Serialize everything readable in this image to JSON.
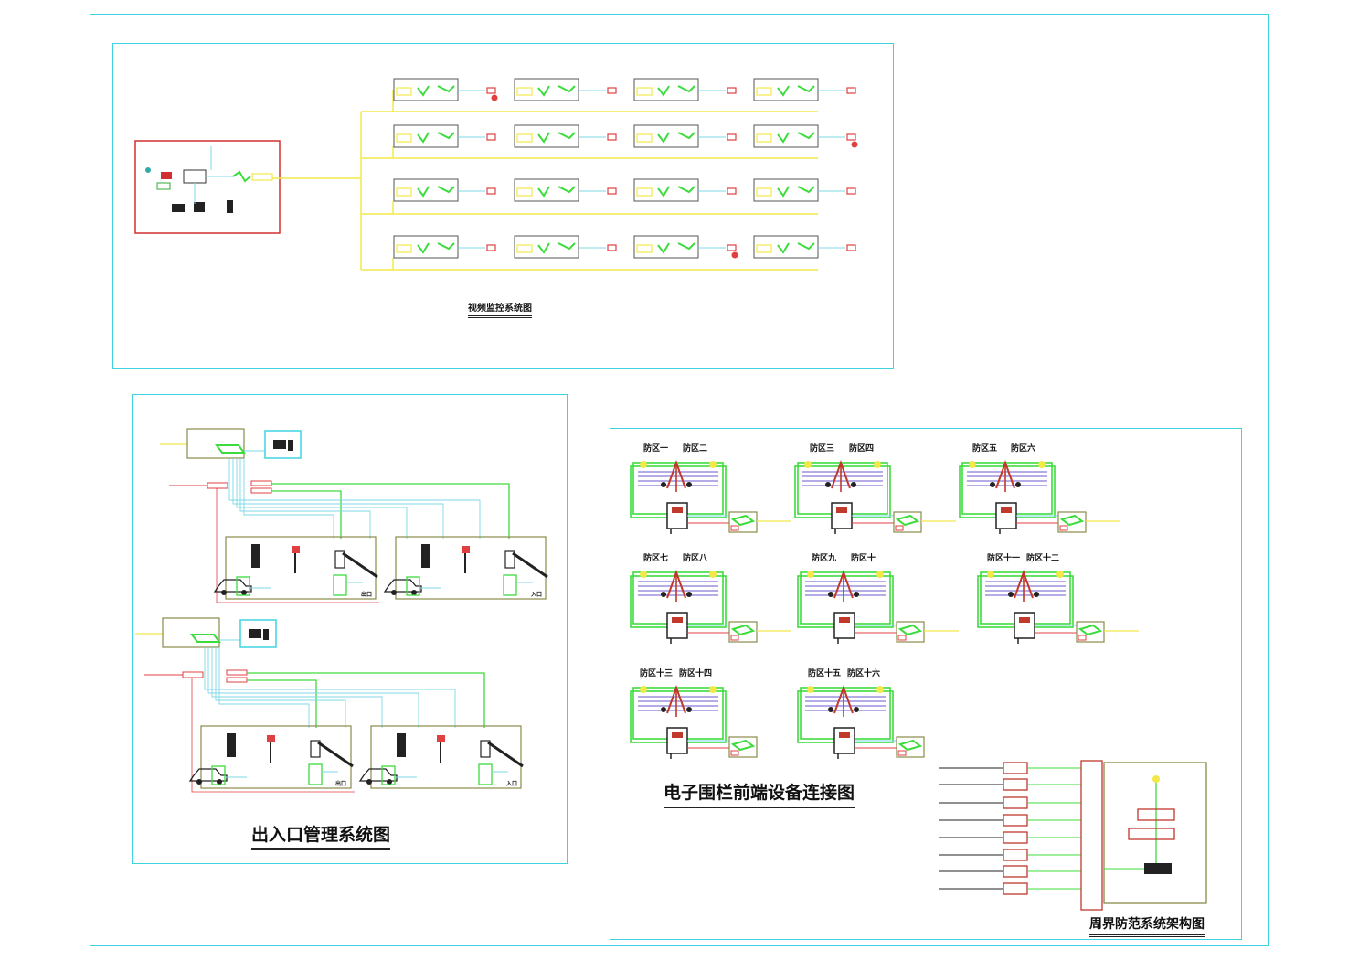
{
  "titles": {
    "video": "视频监控系统图",
    "access": "出入口管理系统图",
    "fence": "电子围栏前端设备连接图",
    "perimeter": "周界防范系统架构图"
  },
  "access_labels": {
    "exit": "出口",
    "entry": "入口"
  },
  "zone_pairs": [
    [
      "防区一",
      "防区二"
    ],
    [
      "防区三",
      "防区四"
    ],
    [
      "防区五",
      "防区六"
    ],
    [
      "防区七",
      "防区八"
    ],
    [
      "防区九",
      "防区十"
    ],
    [
      "防区十一",
      "防区十二"
    ],
    [
      "防区十三",
      "防区十四"
    ],
    [
      "防区十五",
      "防区十六"
    ]
  ],
  "colors": {
    "frame": "#3fd3e0",
    "cable_yellow": "#f2e84a",
    "cable_green": "#3ddc3d",
    "cable_cyan": "#7fd8e6",
    "cable_red": "#e04040",
    "device_olive": "#8a8a4a",
    "fence_red": "#c0392b"
  }
}
